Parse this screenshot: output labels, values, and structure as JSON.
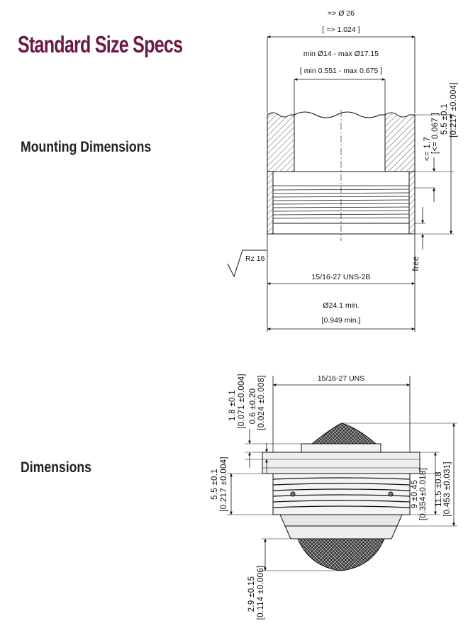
{
  "header": {
    "title": "Standard Size Specs",
    "title_color": "#6b1a44"
  },
  "sections": {
    "mounting": "Mounting Dimensions",
    "dimensions": "Dimensions"
  },
  "mounting_drawing": {
    "outer_dia_metric": "=> Ø 26",
    "outer_dia_imperial": "[ => 1.024 ]",
    "bore_metric": "min Ø14 - max Ø17.15",
    "bore_imperial": "[ min 0.551 - max 0.675 ]",
    "recess_metric": "<= 1.7",
    "recess_imperial": "[<= 0.067 ]",
    "depth_metric": "5.5 ±0.1",
    "depth_imperial": "[0.217 ±0.004]",
    "free_label": "free",
    "roughness": "Rz  16",
    "thread_label": "15/16-27 UNS-2B",
    "min_dia_metric": "Ø24.1 min.",
    "min_dia_imperial": "[0.949 min.]"
  },
  "dimension_drawing": {
    "thread_label": "15/16-27 UNS",
    "top_metric": "1.8 ±0.1",
    "top_imperial": "[0.071 ±0.004]",
    "flange_metric": "0.6 ±0.20",
    "flange_imperial": "[0.024 ±0.008]",
    "body_metric": "5.5 ±0.1",
    "body_imperial": "[0.217 ±0.004]",
    "thread_len_metric": "9 ±0.45",
    "thread_len_imperial": "[0.354±0.018]",
    "total_metric": "11.5 ±0.8",
    "total_imperial": "[0.453 ±0.031]",
    "bottom_metric": "2.9 ±0.15",
    "bottom_imperial": "[0.114 ±0.006]"
  }
}
